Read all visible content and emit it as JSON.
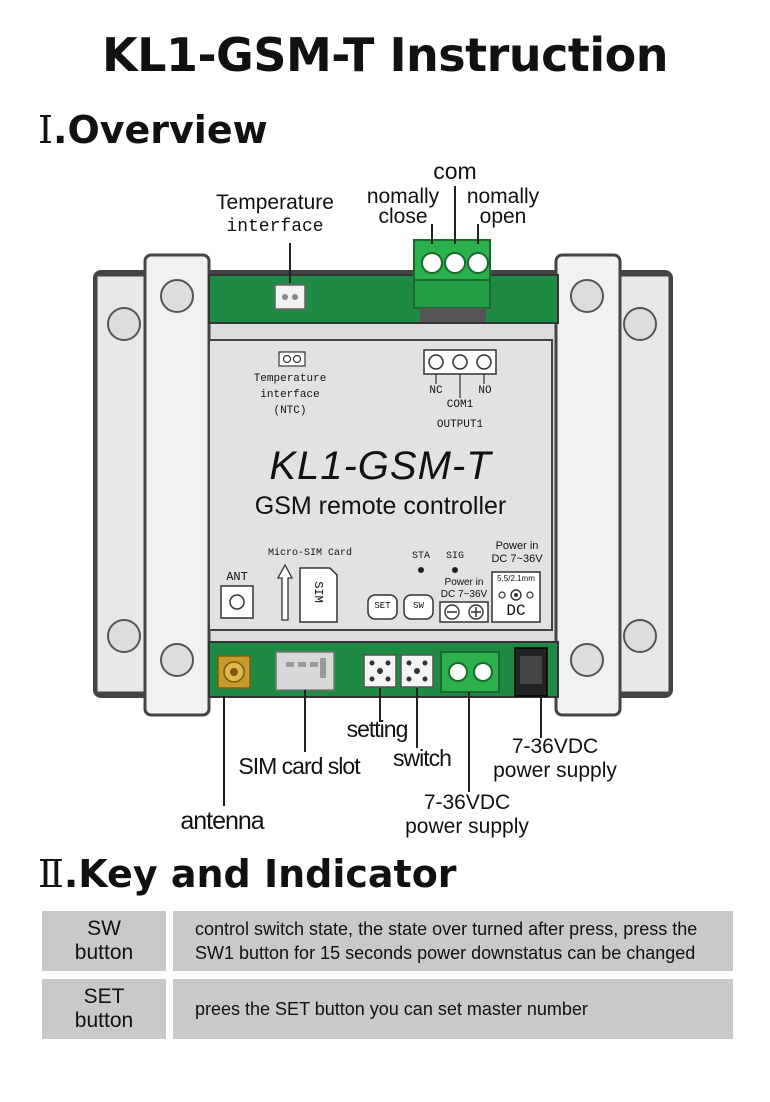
{
  "page": {
    "title": "KL1-GSM-T Instruction"
  },
  "overview": {
    "numeral": "Ⅰ",
    "heading": ".Overview",
    "callouts": {
      "temperature_line1": "Temperature",
      "temperature_line2": "interface",
      "com": "com",
      "nc_line1": "nomally",
      "nc_line2": "close",
      "no_line1": "nomally",
      "no_line2": "open",
      "setting": "setting",
      "switch": "switch",
      "sim_slot": "SIM card slot",
      "antenna": "antenna",
      "power_terminal_line1": "7-36VDC",
      "power_terminal_line2": "power supply",
      "power_jack_line1": "7-36VDC",
      "power_jack_line2": "power supply"
    },
    "panel": {
      "temp_line1": "Temperature",
      "temp_line2": "interface",
      "temp_line3": "(NTC)",
      "nc": "NC",
      "com1": "COM1",
      "no": "NO",
      "output": "OUTPUT1",
      "model": "KL1-GSM-T",
      "subtitle": "GSM remote controller",
      "micro_sim": "Micro-SIM Card",
      "sim": "SIM",
      "ant": "ANT",
      "sta": "STA",
      "sig": "SIG",
      "set": "SET",
      "sw": "SW",
      "power_in_line1": "Power in",
      "power_in_line2": "DC 7~36V",
      "power_in2_line1": "Power in",
      "power_in2_line2": "DC 7~36V",
      "jack_size": "5.5/2.1mm",
      "dc": "DC"
    }
  },
  "keys": {
    "numeral": "Ⅱ",
    "heading": ".Key and Indicator",
    "rows": [
      {
        "name_line1": "SW",
        "name_line2": "button",
        "desc_line1": "control switch state, the state over turned after press, press the",
        "desc_line2": "SW1 button for 15 seconds power downstatus can be changed"
      },
      {
        "name_line1": "SET",
        "name_line2": "button",
        "desc_line1": "prees the SET button you can set master number",
        "desc_line2": ""
      }
    ]
  },
  "colors": {
    "pcb_green": "#1f8a43",
    "terminal_green": "#2bb24c",
    "case_gray": "#e9e9e9",
    "panel_gray": "#e0e0e0",
    "table_gray": "#c9c9c9"
  }
}
